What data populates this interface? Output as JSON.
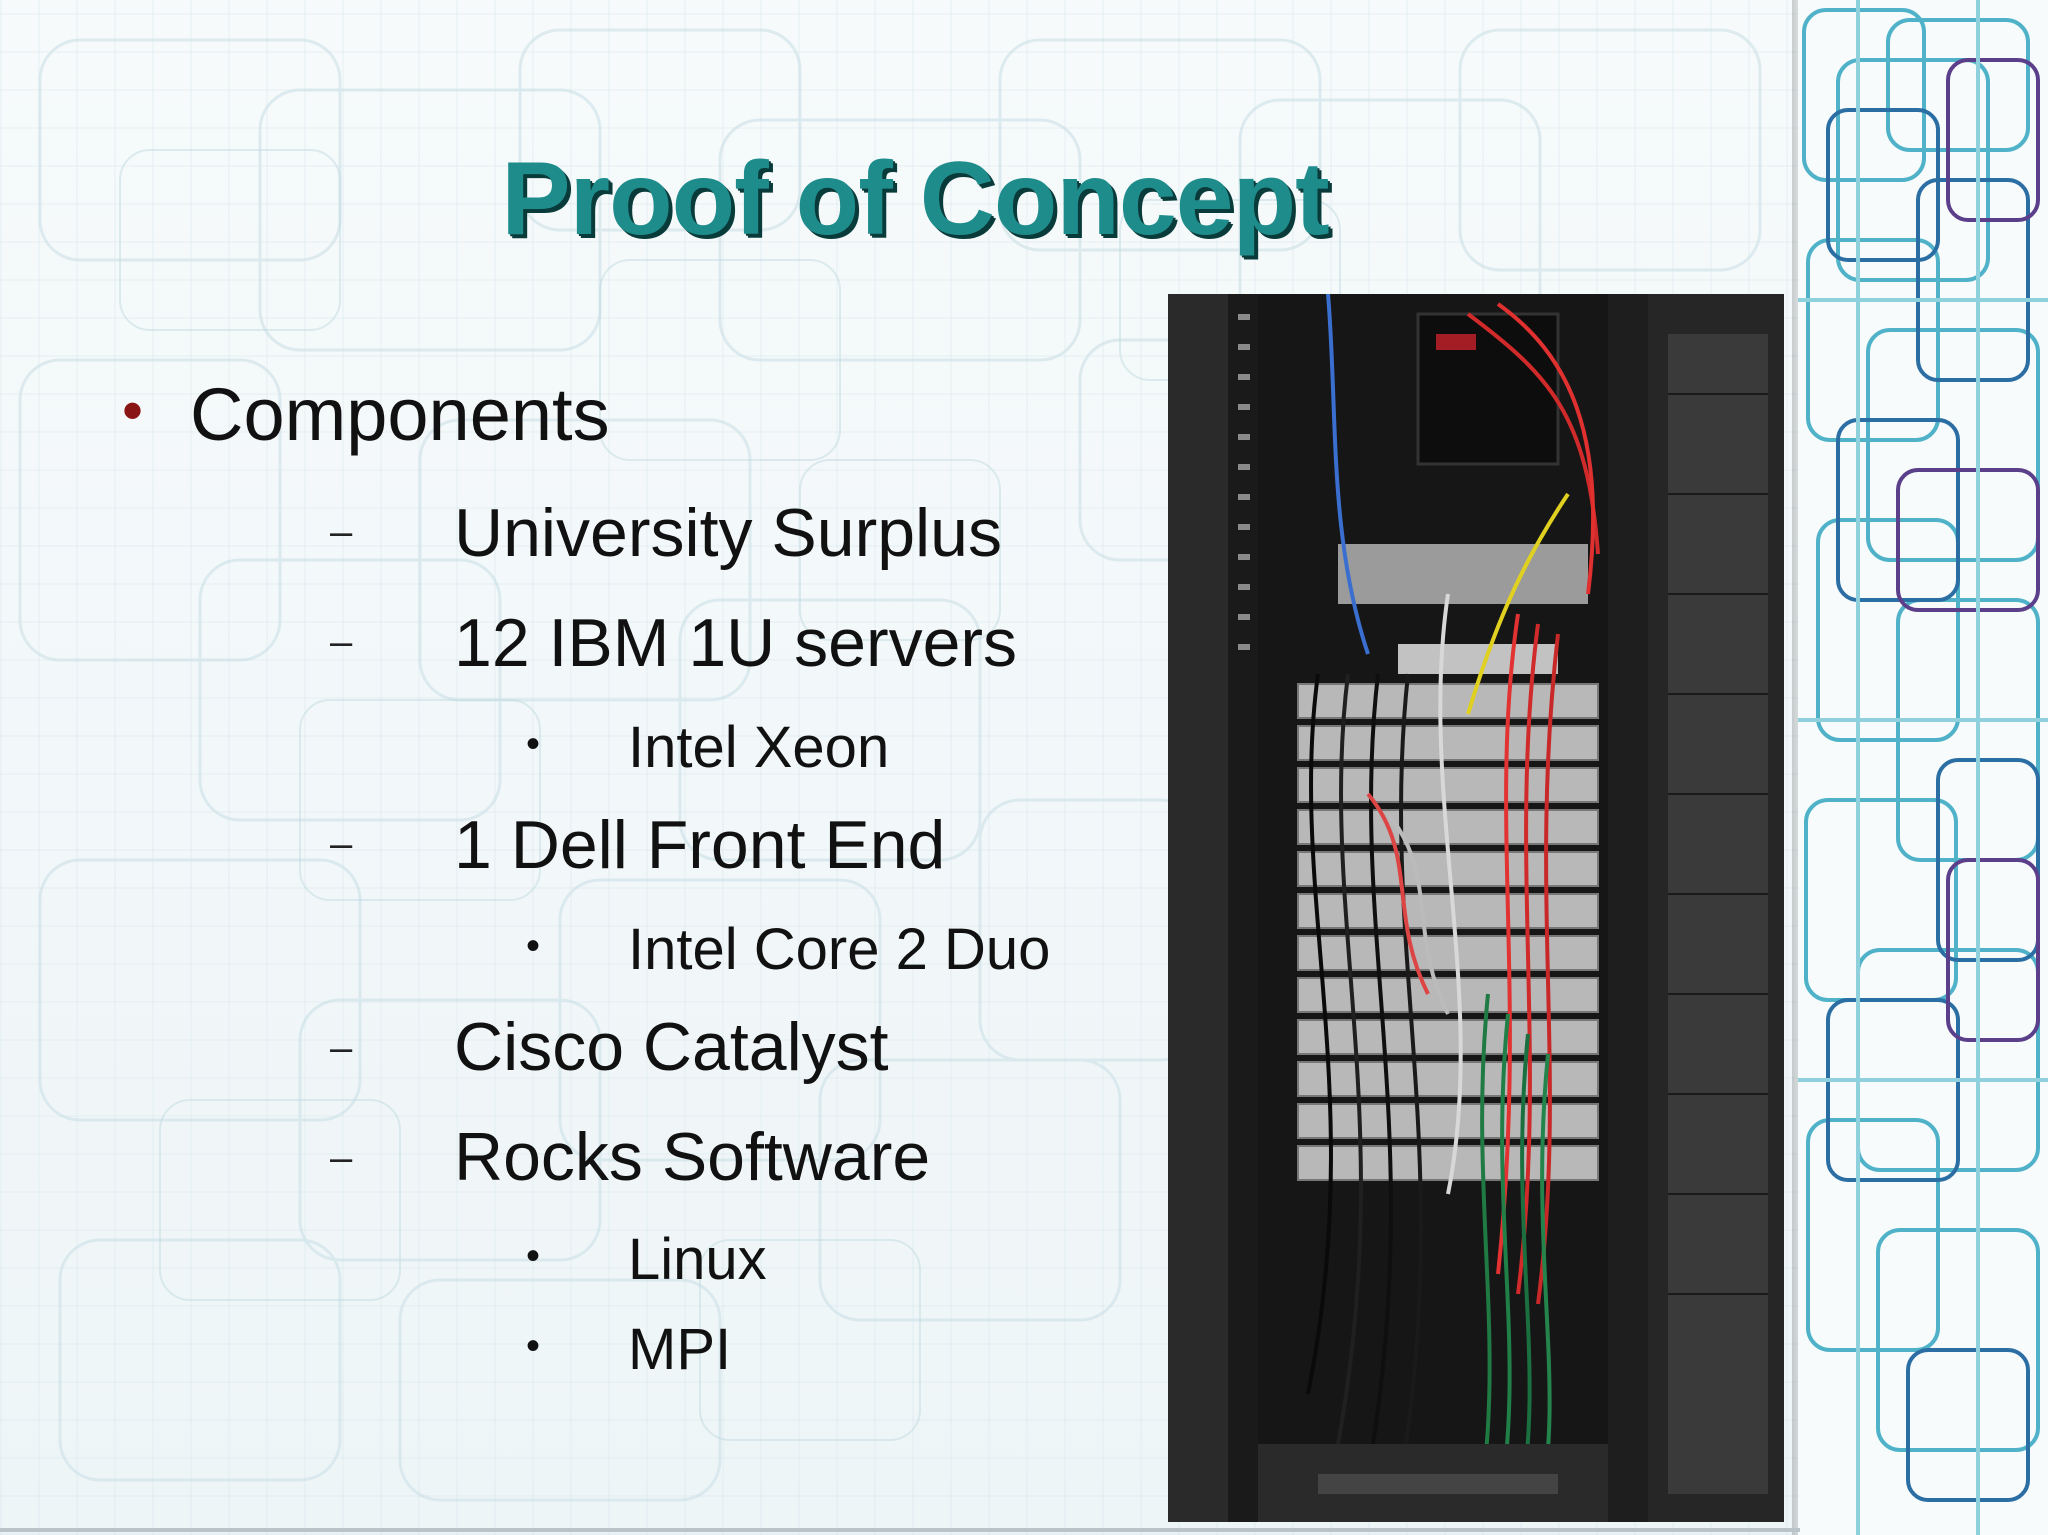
{
  "slide": {
    "title": "Proof of Concept",
    "colors": {
      "title": "#1f8c8c",
      "title_shadow": "#0a3b3b",
      "bullet": "#8a1515",
      "text": "#111111"
    },
    "items": [
      {
        "level": 1,
        "marker": "•",
        "text": "Components"
      },
      {
        "level": 2,
        "marker": "–",
        "text": "University Surplus"
      },
      {
        "level": 2,
        "marker": "–",
        "text": "12 IBM 1U servers"
      },
      {
        "level": 3,
        "marker": "•",
        "text": "Intel Xeon"
      },
      {
        "level": 2,
        "marker": "–",
        "text": "1 Dell Front End"
      },
      {
        "level": 3,
        "marker": "•",
        "text": "Intel Core 2 Duo"
      },
      {
        "level": 2,
        "marker": "–",
        "text": "Cisco Catalyst"
      },
      {
        "level": 2,
        "marker": "–",
        "text": "Rocks Software"
      },
      {
        "level": 3,
        "marker": "•",
        "text": "Linux"
      },
      {
        "level": 3,
        "marker": "•",
        "text": "MPI"
      }
    ]
  }
}
